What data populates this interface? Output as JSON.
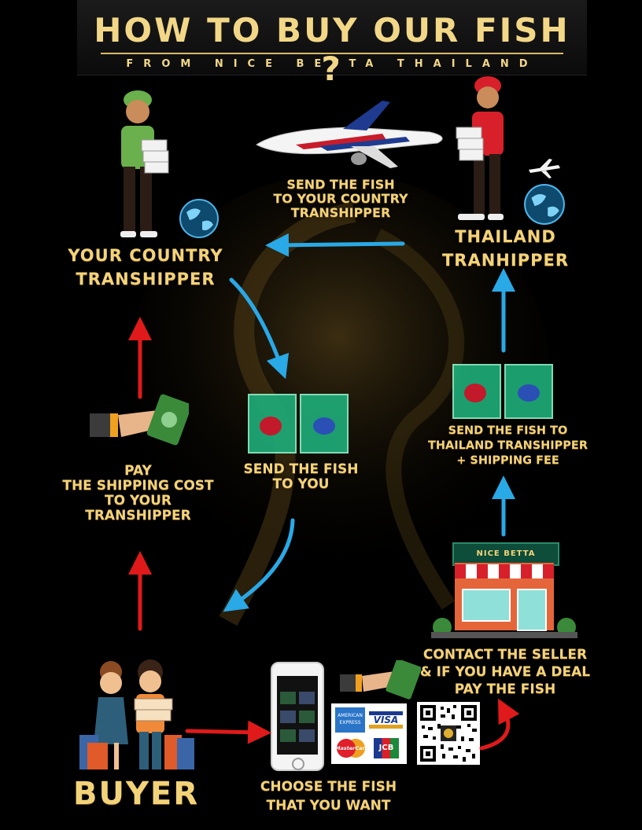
{
  "header": {
    "title": "HOW TO BUY OUR FISH ?",
    "subtitle": "FROM NICE BETTA THAILAND"
  },
  "steps": {
    "your_country_transhipper": [
      "YOUR COUNTRY",
      "TRANSHIPPER"
    ],
    "send_to_country": [
      "SEND THE FISH",
      "TO YOUR COUNTRY",
      "TRANSHIPPER"
    ],
    "thailand_tranhipper": [
      "THAILAND",
      "TRANHIPPER"
    ],
    "pay_shipping": [
      "PAY",
      "THE SHIPPING COST",
      "TO YOUR",
      "TRANSHIPPER"
    ],
    "send_to_you": [
      "SEND THE FISH",
      "TO YOU"
    ],
    "send_to_thailand": [
      "SEND THE FISH TO",
      "THAILAND TRANSHIPPER",
      "+ SHIPPING FEE"
    ],
    "contact_seller": [
      "CONTACT THE SELLER",
      "& IF YOU HAVE A DEAL",
      "PAY THE FISH"
    ],
    "buyer": "BUYER",
    "choose_fish": [
      "CHOOSE THE FISH",
      "THAT YOU WANT"
    ]
  },
  "shop_sign": "NICE BETTA THAILAND",
  "payment_cards": [
    "AMERICAN EXPRESS",
    "VISA",
    "MasterCard",
    "JCB"
  ],
  "colors": {
    "gold": "#f3d37a",
    "blue_arrow": "#29a9e6",
    "red_arrow": "#e01a1a"
  }
}
